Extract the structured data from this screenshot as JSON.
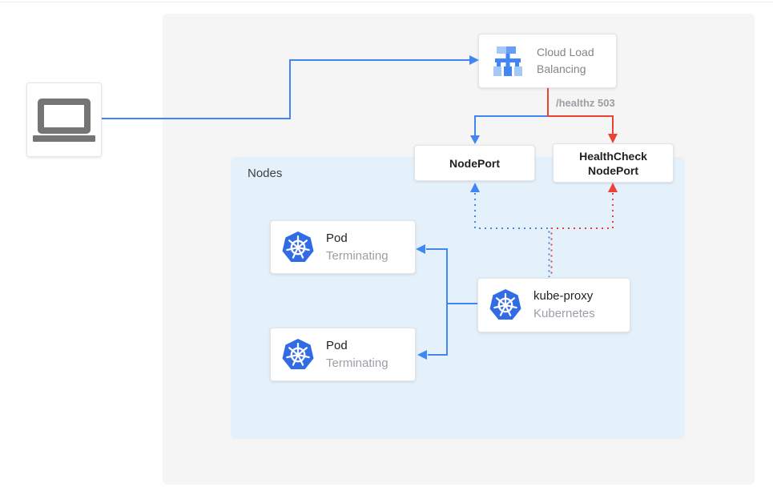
{
  "colors": {
    "blue": "#4285F4",
    "red": "#EA4335",
    "panel_bg": "#F5F5F5",
    "nodes_bg": "#E4F1FB",
    "text_dark": "#202124",
    "text_gray": "#9AA0A6",
    "clb_text_gray": "#80868B",
    "laptop_gray": "#757575",
    "k8s_blue": "#326CE5",
    "lb_icon_light_blue": "#A5C8FA",
    "lb_icon_mid_blue": "#669DF6"
  },
  "client": {
    "icon": "laptop-icon"
  },
  "cloud_load_balancing": {
    "icon": "load-balancer-icon",
    "line1": "Cloud Load",
    "line2": "Balancing"
  },
  "annotation": {
    "healthz": "/healthz 503"
  },
  "nodeport": {
    "label": "NodePort"
  },
  "healthcheck_nodeport": {
    "line1": "HealthCheck",
    "line2": "NodePort"
  },
  "nodes_group": {
    "label": "Nodes"
  },
  "pods": [
    {
      "icon": "kubernetes-icon",
      "title": "Pod",
      "subtitle": "Terminating"
    },
    {
      "icon": "kubernetes-icon",
      "title": "Pod",
      "subtitle": "Terminating"
    }
  ],
  "kube_proxy": {
    "icon": "kubernetes-icon",
    "title": "kube-proxy",
    "subtitle": "Kubernetes"
  }
}
